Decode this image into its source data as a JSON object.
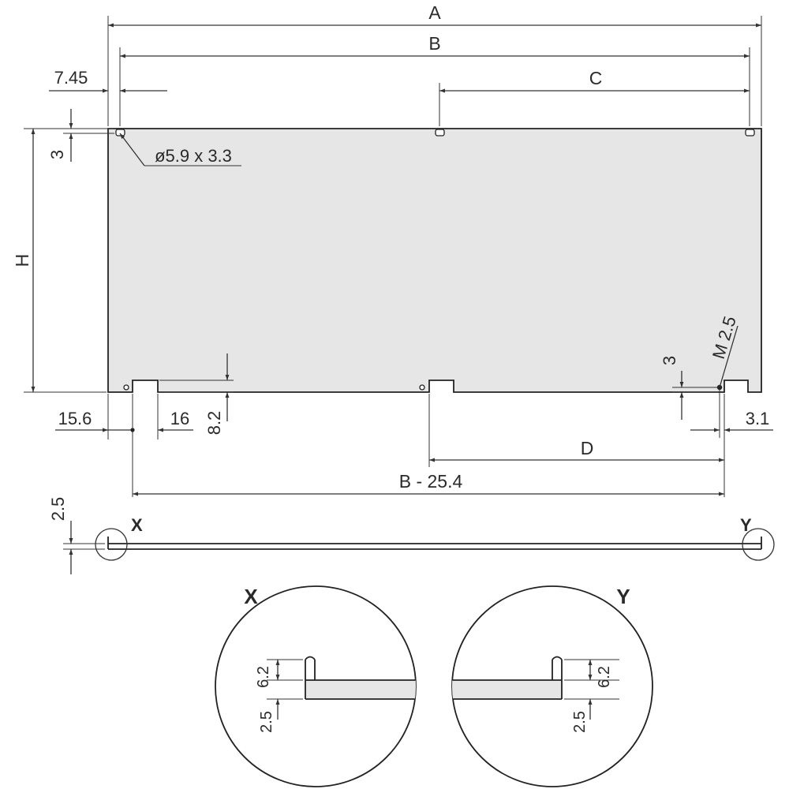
{
  "dimensions": {
    "A": "A",
    "B": "B",
    "C": "C",
    "D": "D",
    "H": "H",
    "B_minus": "B - 25.4",
    "offset_left": "7.45",
    "offset_top": "3",
    "hole_spec": "ø5.9 x 3.3",
    "notch_left": "15.6",
    "notch_width": "16",
    "notch_depth": "8.2",
    "thread_offset_v": "3",
    "thread_spec": "M 2.5",
    "thread_offset_h": "3.1",
    "thickness": "2.5"
  },
  "detail_markers": {
    "x": "X",
    "y": "Y"
  },
  "detail_x": {
    "title": "X",
    "step": "6.2",
    "thickness": "2.5"
  },
  "detail_y": {
    "title": "Y",
    "step": "6.2",
    "thickness": "2.5"
  }
}
